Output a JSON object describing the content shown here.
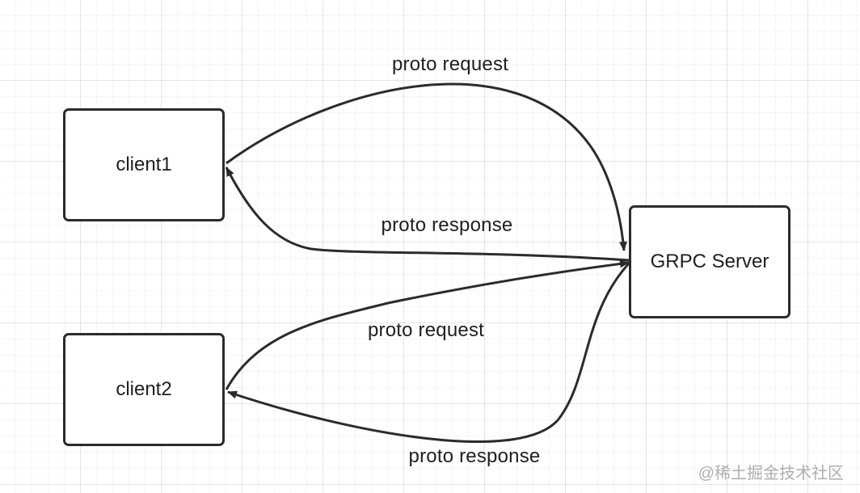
{
  "nodes": {
    "client1": {
      "label": "client1"
    },
    "client2": {
      "label": "client2"
    },
    "server": {
      "label": "GRPC Server"
    }
  },
  "edges": [
    {
      "id": "client1-request",
      "from": "client1",
      "to": "server",
      "label": "proto request"
    },
    {
      "id": "server-response-client1",
      "from": "server",
      "to": "client1",
      "label": "proto response"
    },
    {
      "id": "client2-request",
      "from": "client2",
      "to": "server",
      "label": "proto request"
    },
    {
      "id": "server-response-client2",
      "from": "server",
      "to": "client2",
      "label": "proto response"
    }
  ],
  "watermark": "@稀土掘金技术社区",
  "colors": {
    "stroke": "#2b2b2b",
    "background": "#ffffff",
    "grid": "#e6e6e6"
  }
}
